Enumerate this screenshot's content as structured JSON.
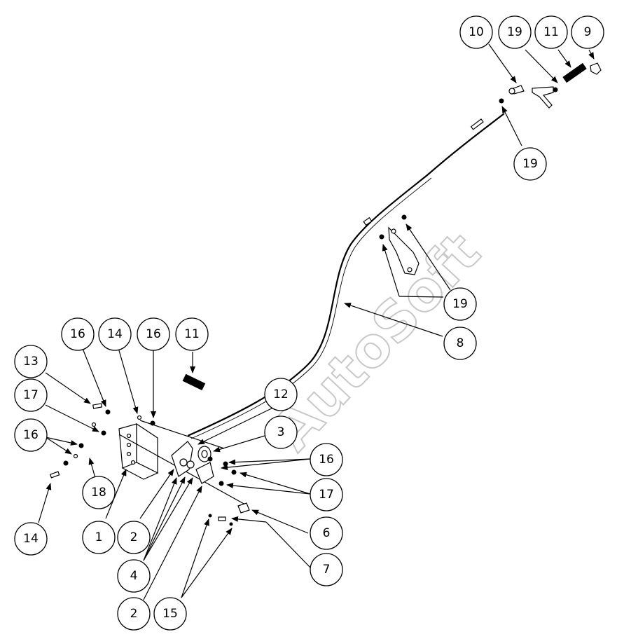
{
  "watermark": {
    "text": "AutoSoft",
    "color": "#c8c8c8"
  },
  "line_color": "#000000",
  "callouts": [
    {
      "id": "c-10a",
      "label": "10"
    },
    {
      "id": "c-19a",
      "label": "19"
    },
    {
      "id": "c-11a",
      "label": "11"
    },
    {
      "id": "c-9",
      "label": "9"
    },
    {
      "id": "c-19b",
      "label": "19"
    },
    {
      "id": "c-19c",
      "label": "19"
    },
    {
      "id": "c-8",
      "label": "8"
    },
    {
      "id": "c-16a",
      "label": "16"
    },
    {
      "id": "c-14a",
      "label": "14"
    },
    {
      "id": "c-16b",
      "label": "16"
    },
    {
      "id": "c-11b",
      "label": "11"
    },
    {
      "id": "c-13",
      "label": "13"
    },
    {
      "id": "c-17a",
      "label": "17"
    },
    {
      "id": "c-16c",
      "label": "16"
    },
    {
      "id": "c-12",
      "label": "12"
    },
    {
      "id": "c-3",
      "label": "3"
    },
    {
      "id": "c-16d",
      "label": "16"
    },
    {
      "id": "c-17b",
      "label": "17"
    },
    {
      "id": "c-18",
      "label": "18"
    },
    {
      "id": "c-14b",
      "label": "14"
    },
    {
      "id": "c-1",
      "label": "1"
    },
    {
      "id": "c-2a",
      "label": "2"
    },
    {
      "id": "c-4",
      "label": "4"
    },
    {
      "id": "c-6",
      "label": "6"
    },
    {
      "id": "c-7",
      "label": "7"
    },
    {
      "id": "c-2b",
      "label": "2"
    },
    {
      "id": "c-15",
      "label": "15"
    }
  ]
}
